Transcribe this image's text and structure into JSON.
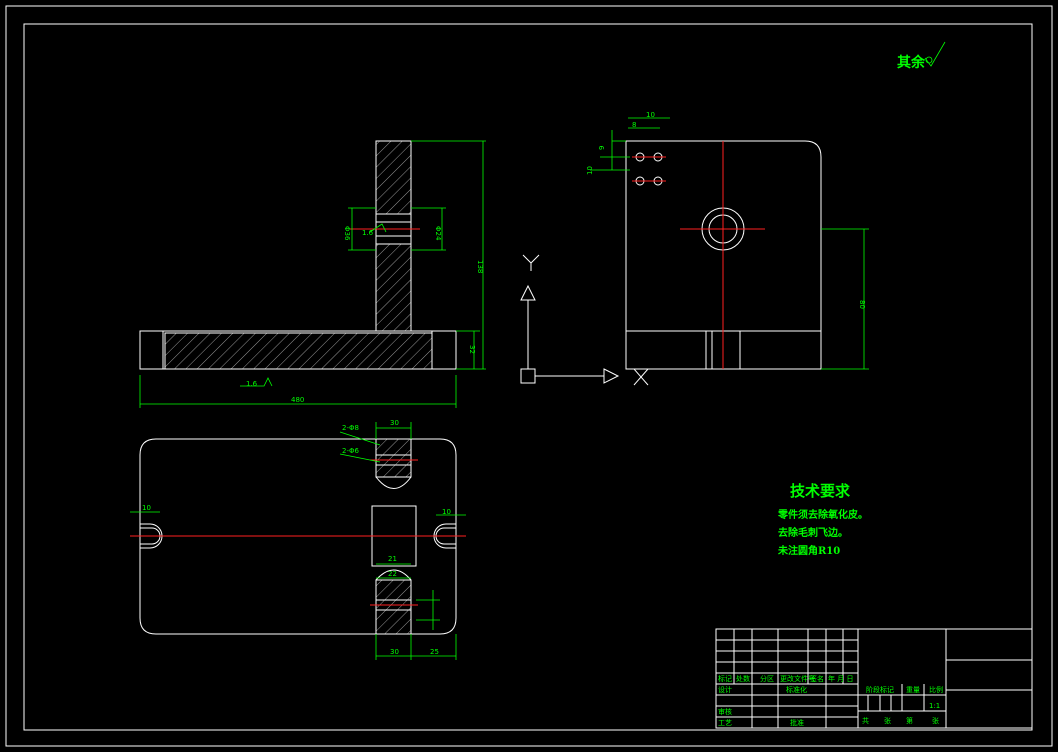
{
  "drawing": {
    "roughness_note": "其余",
    "tech_requirements": {
      "title": "技术要求",
      "items": [
        "零件须去除氧化皮。",
        "去除毛刺飞边。",
        "未注圆角R10"
      ]
    },
    "axis_labels": {
      "y": "Y",
      "x": "X"
    },
    "front_view": {
      "dim_total_width": "480",
      "dim_height": "138",
      "dim_base": "32",
      "dim_hole": "Φ36",
      "dim_hole2": "Φ24",
      "roughness": "1.6",
      "base_roughness": "1.6"
    },
    "side_view": {
      "dim_10": "10",
      "dim_8": "8",
      "dim_9": "9",
      "dim_10b": "10",
      "dim_height": "80"
    },
    "top_view": {
      "dim_top": "30",
      "callout1": "2-Φ8",
      "callout2": "2-Φ6",
      "dim_left": "10",
      "dim_right": "10",
      "dim_21": "21",
      "dim_22": "22",
      "dim_bottom_left": "30",
      "dim_bottom_right": "25"
    },
    "title_block": {
      "row_labels": [
        "标记",
        "处数",
        "分区",
        "更改文件号",
        "签名",
        "年 月 日"
      ],
      "design": "设计",
      "standardize": "标准化",
      "check": "审核",
      "process": "工艺",
      "approve": "批准",
      "stage_mark": "阶段标记",
      "weight": "重量",
      "scale": "比例",
      "scale_value": "1:1",
      "sheet_total": "共",
      "sheet_label": "张",
      "sheet_num": "第",
      "sheet_label2": "张"
    }
  }
}
